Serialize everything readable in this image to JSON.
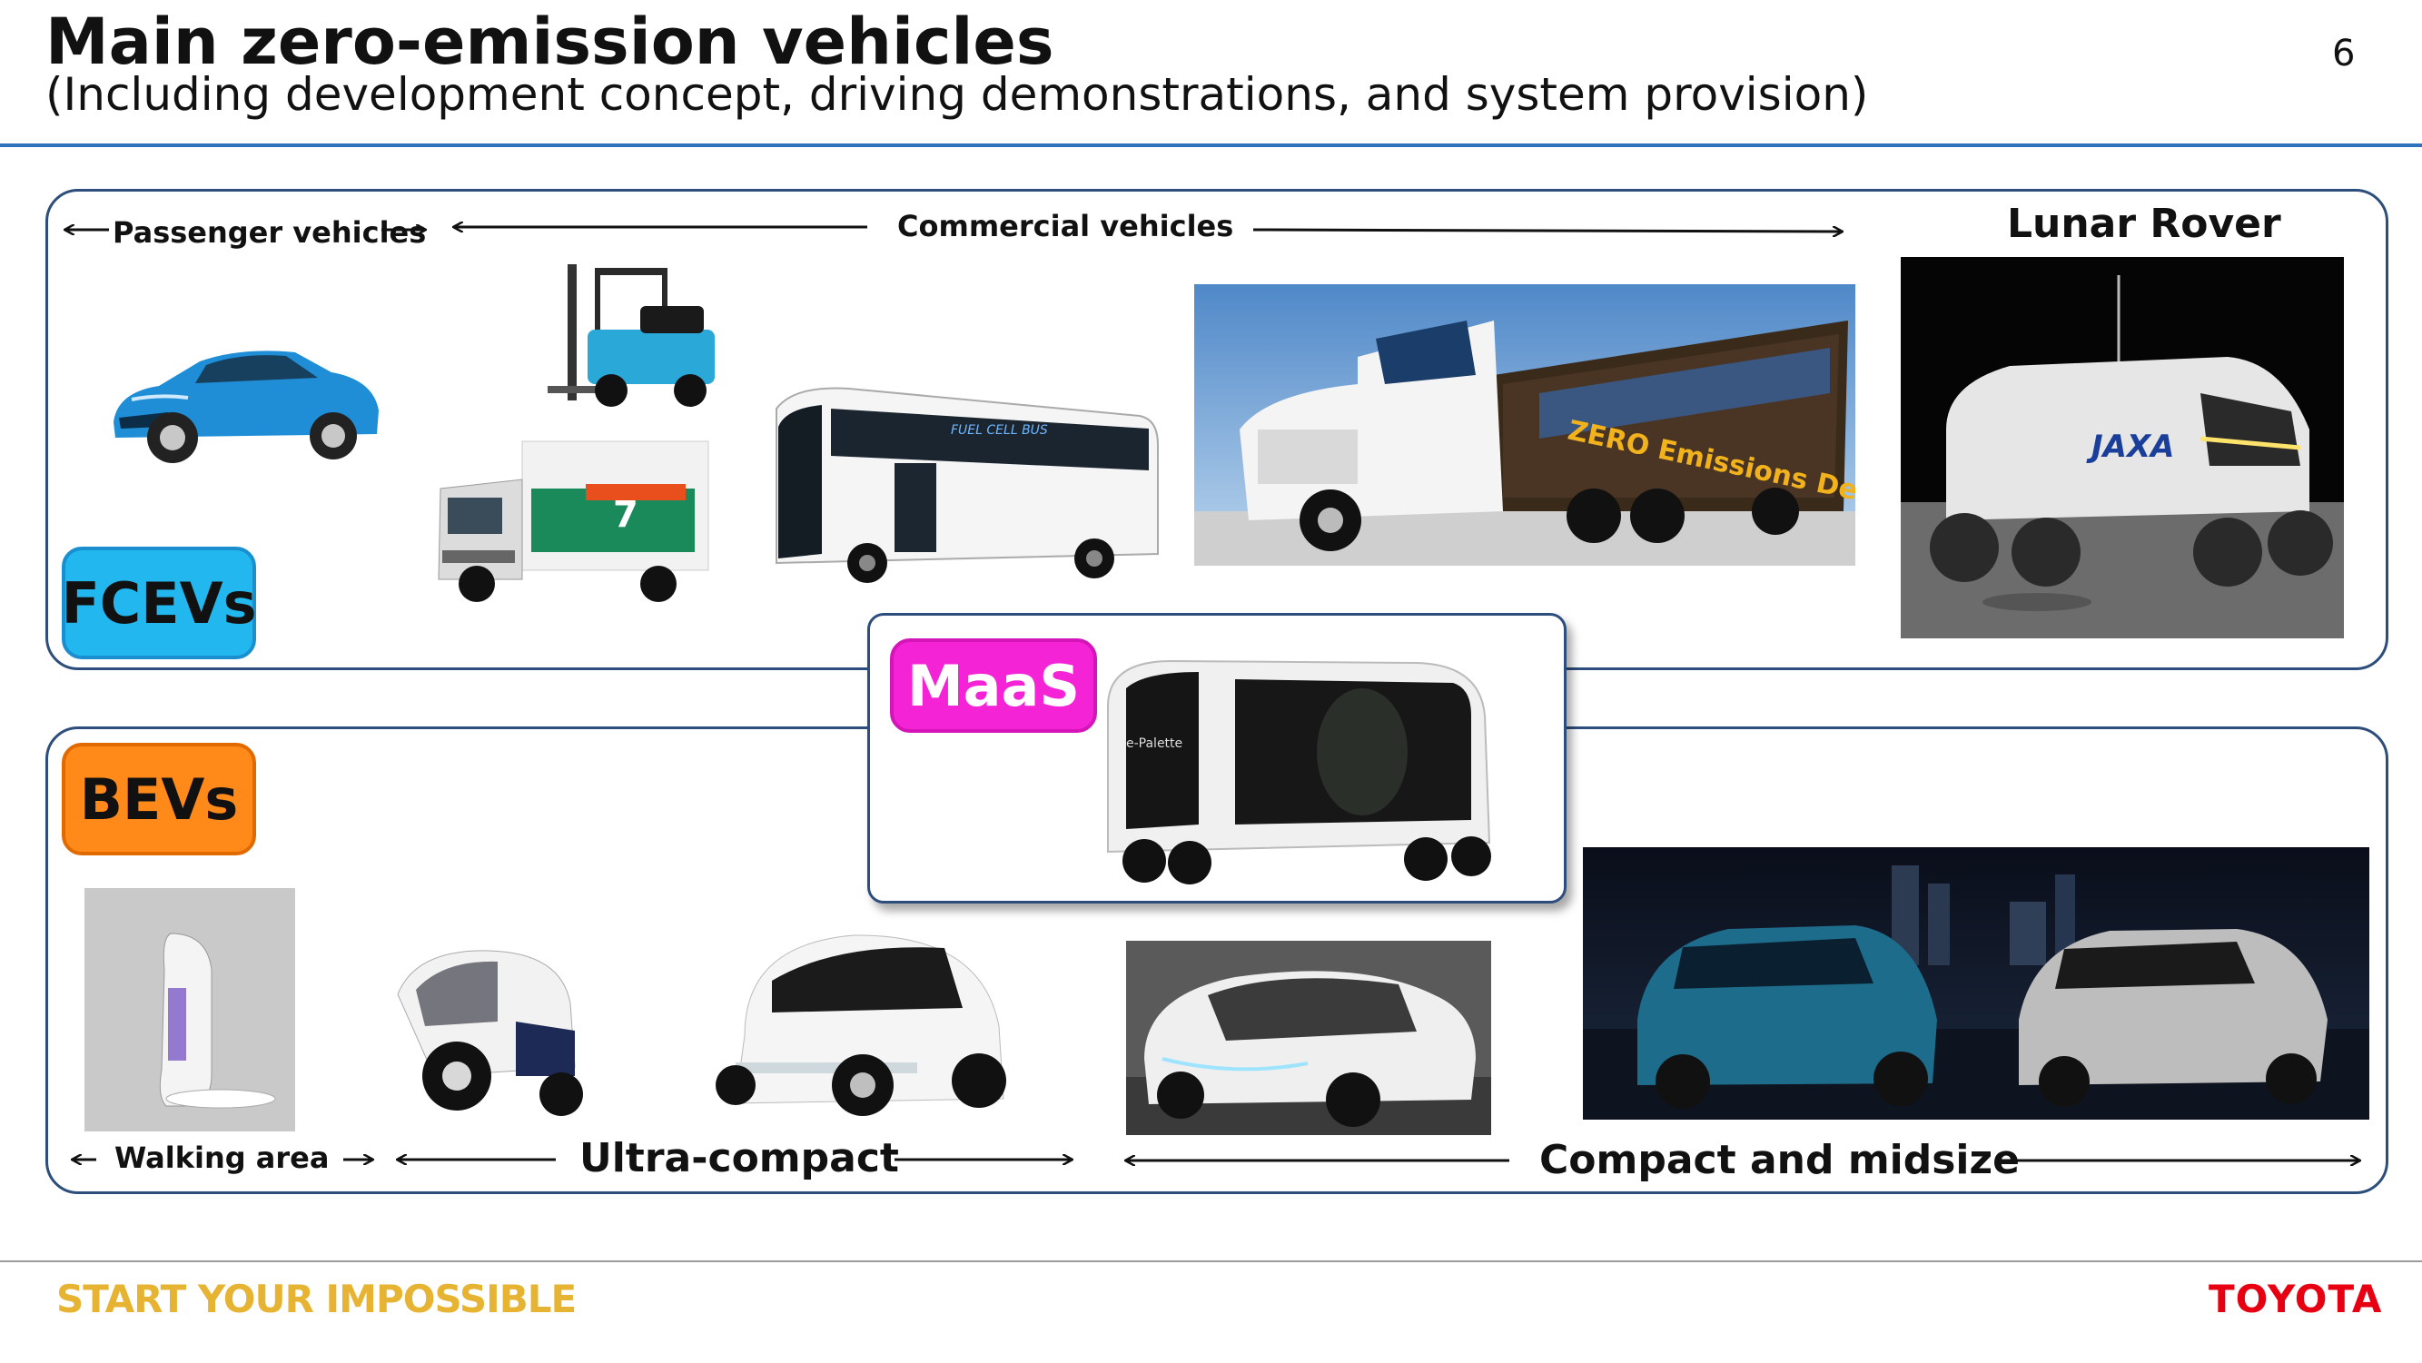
{
  "header": {
    "title": "Main zero-emission vehicles",
    "subtitle": "(Including development concept, driving demonstrations, and system provision)",
    "page_number": "6"
  },
  "fcev_section": {
    "tag": "FCEVs",
    "passenger_label": "Passenger vehicles",
    "commercial_label": "Commercial vehicles",
    "lunar_label": "Lunar Rover",
    "photos": [
      "fuel-cell-sedan",
      "forklift",
      "delivery-truck",
      "fuel-cell-bus",
      "heavy-duty-truck",
      "lunar-rover"
    ],
    "truck_lettering": "ZERO Emissions Delivery",
    "bus_lettering": "FUEL CELL BUS",
    "rover_lettering": "JAXA"
  },
  "maas_section": {
    "tag": "MaaS",
    "photos": [
      "e-palette"
    ],
    "vehicle_lettering": "e-Palette"
  },
  "bev_section": {
    "tag": "BEVs",
    "walking_label": "Walking area",
    "ultra_compact_label": "Ultra-compact",
    "compact_label": "Compact and midsize",
    "photos": [
      "walking-mobility",
      "three-wheel-ev",
      "ultra-compact-concept",
      "concept-i",
      "suv-pair"
    ]
  },
  "footer": {
    "slogan": "START YOUR IMPOSSIBLE",
    "brand": "TOYOTA"
  },
  "colors": {
    "accent_rule": "#2f73bf",
    "box_border": "#2d4e7c",
    "fcev_tag": "#23b7ef",
    "bev_tag": "#ff8a1a",
    "maas_tag": "#f423d6",
    "slogan": "#e6b432",
    "brand": "#e60012"
  }
}
